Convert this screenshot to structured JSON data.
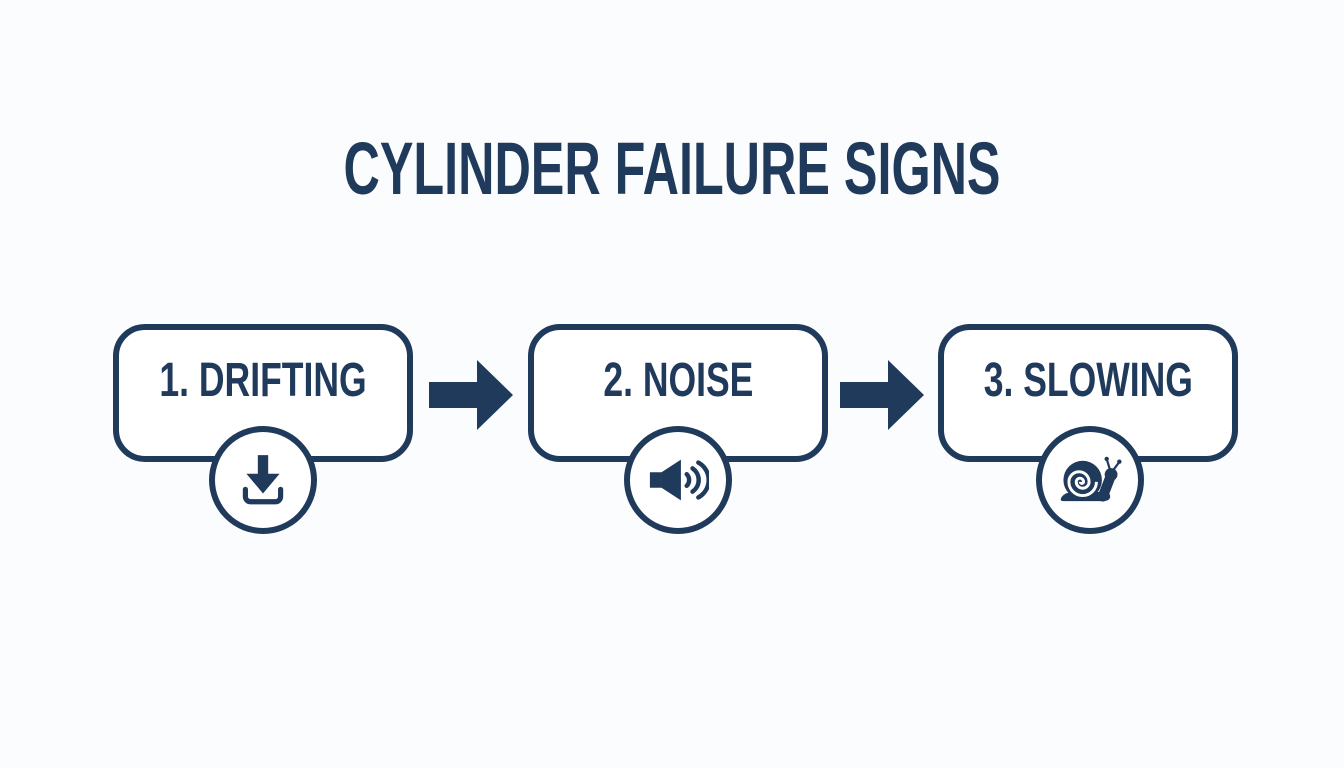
{
  "title": "CYLINDER FAILURE SIGNS",
  "colors": {
    "navy": "#203a5c",
    "background": "#fbfcfd",
    "box_fill": "#ffffff"
  },
  "steps": [
    {
      "label": "1. DRIFTING",
      "icon": "download-icon"
    },
    {
      "label": "2. NOISE",
      "icon": "speaker-icon"
    },
    {
      "label": "3. SLOWING",
      "icon": "snail-icon"
    }
  ],
  "connectors": [
    {
      "icon": "arrow-right-icon"
    },
    {
      "icon": "arrow-right-icon"
    }
  ]
}
